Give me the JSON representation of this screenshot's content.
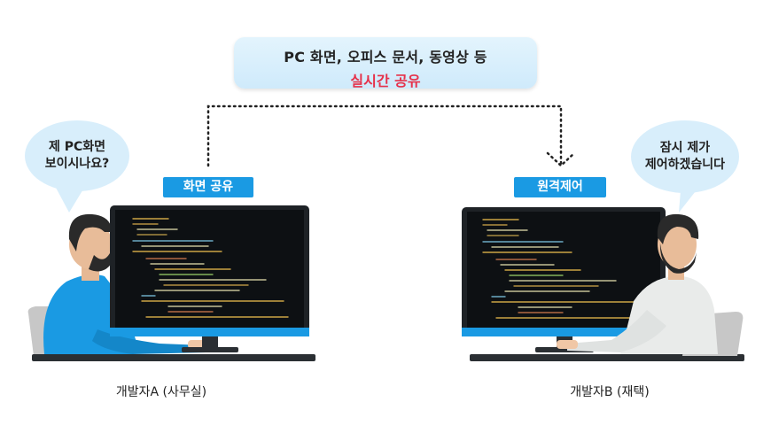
{
  "banner": {
    "line1": "PC 화면, 오피스 문서, 동영상 등",
    "line2": "실시간 공유"
  },
  "bubble_left": {
    "line1": "제 PC화면",
    "line2": "보이시나요?"
  },
  "bubble_right": {
    "line1": "잠시 제가",
    "line2": "제어하겠습니다"
  },
  "tag_left": "화면 공유",
  "tag_right": "원격제어",
  "caption_left": "개발자A (사무실)",
  "caption_right": "개발자B (재택)",
  "colors": {
    "accent": "#1a9ae3",
    "highlight": "#e6314a",
    "bubble": "#d8eefb",
    "monitor": "#1e2226"
  }
}
